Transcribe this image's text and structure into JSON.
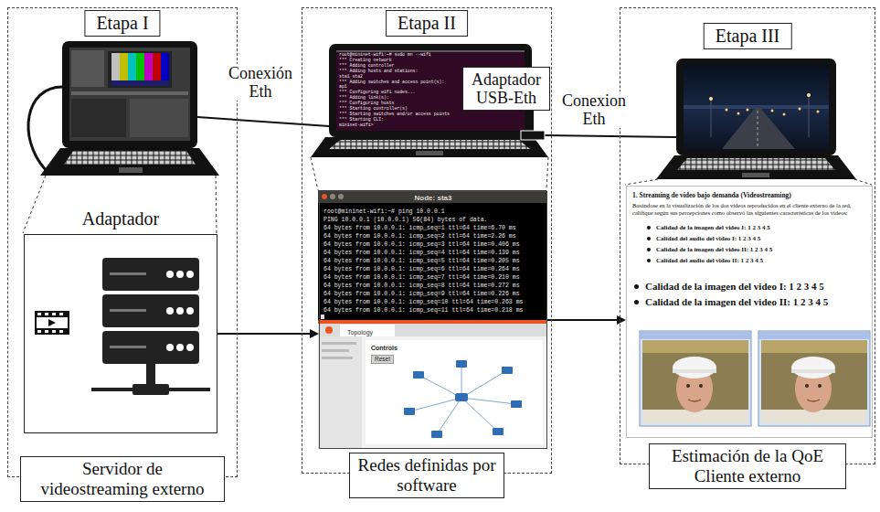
{
  "diagram": {
    "nodes": [
      {
        "text": [
          "Etapa I",
          "Servidor de videostreaming externo"
        ]
      },
      {
        "text": [
          "Etapa II",
          "Redes definidas por software"
        ]
      },
      {
        "text": [
          "Etapa III",
          "Estimación de la QoE Cliente externo"
        ]
      },
      {
        "text": [
          "Adaptador"
        ],
        "in": 0
      },
      {
        "text": [
          "Adaptador USB-Eth"
        ],
        "in": 1
      },
      {
        "text": [
          "Node: sta3",
          "root@mininet-wifi:~# ping 10.0.0.1",
          "PING 10.0.0.1 (10.0.0.1) 56(84) bytes of data.",
          "64 bytes from 10.0.0.1: icmp_seq=1 ttl=64 time=6.70 ms",
          "64 bytes from 10.0.0.1: icmp_seq=2 ttl=64 time=2.26 ms",
          "64 bytes from 10.0.0.1: icmp_seq=3 ttl=64 time=0.406 ms",
          "64 bytes from 10.0.0.1: icmp_seq=4 ttl=64 time=0.139 ms",
          "64 bytes from 10.0.0.1: icmp_seq=5 ttl=64 time=0.205 ms",
          "64 bytes from 10.0.0.1: icmp_seq=6 ttl=64 time=0.264 ms",
          "64 bytes from 10.0.0.1: icmp_seq=7 ttl=64 time=0.210 ms",
          "64 bytes from 10.0.0.1: icmp_seq=8 ttl=64 time=0.272 ms",
          "64 bytes from 10.0.0.1: icmp_seq=9 ttl=64 time=0.226 ms",
          "64 bytes from 10.0.0.1: icmp_seq=10 ttl=64 time=0.263 ms",
          "64 bytes from 10.0.0.1: icmp_seq=11 ttl=64 time=0.218 ms",
          "Topology",
          "Controls",
          "Reset"
        ],
        "in": 1
      },
      {
        "text": [
          "1. Streaming de vídeo bajo demanda (Videostreaming)",
          "Basándose en la visualización de los dos vídeos reproducidos en el cliente externo de la red, califique según sus percepciones como observó las siguientes características de los videos:",
          "Calidad de la imagen del video I: 1 2 3 4 5",
          "Calidad del audio del video I: 1 2 3 4 5",
          "Calidad de la imagen del video II: 1 2 3 4 5",
          "Calidad del audio del video II: 1 2 3 4 5",
          "Calidad de la imagen del video I: 1 2 3 4 5",
          "Calidad de la imagen del video II: 1 2 3 4 5"
        ],
        "in": 2
      }
    ],
    "edges": [
      {
        "from": 3,
        "to": 5,
        "arrow": "to"
      },
      {
        "from": 5,
        "to": 6,
        "arrow": "to"
      }
    ],
    "labels": [
      "Conexión Eth",
      "Conexion Eth",
      "root@mininet-wifi:~# sudo mn --wifi",
      "*** Creating network",
      "*** Adding controller",
      "*** Adding hosts and stations:",
      "sta1 sta2",
      "*** Adding switches and access point(s):",
      "ap1",
      "*** Configuring wifi nodes...",
      "*** Adding link(s):",
      "*** Configuring hosts",
      "*** Starting controller(s)",
      "*** Starting switches and/or access points",
      "*** Starting CLI:",
      "mininet-wifi>"
    ]
  }
}
